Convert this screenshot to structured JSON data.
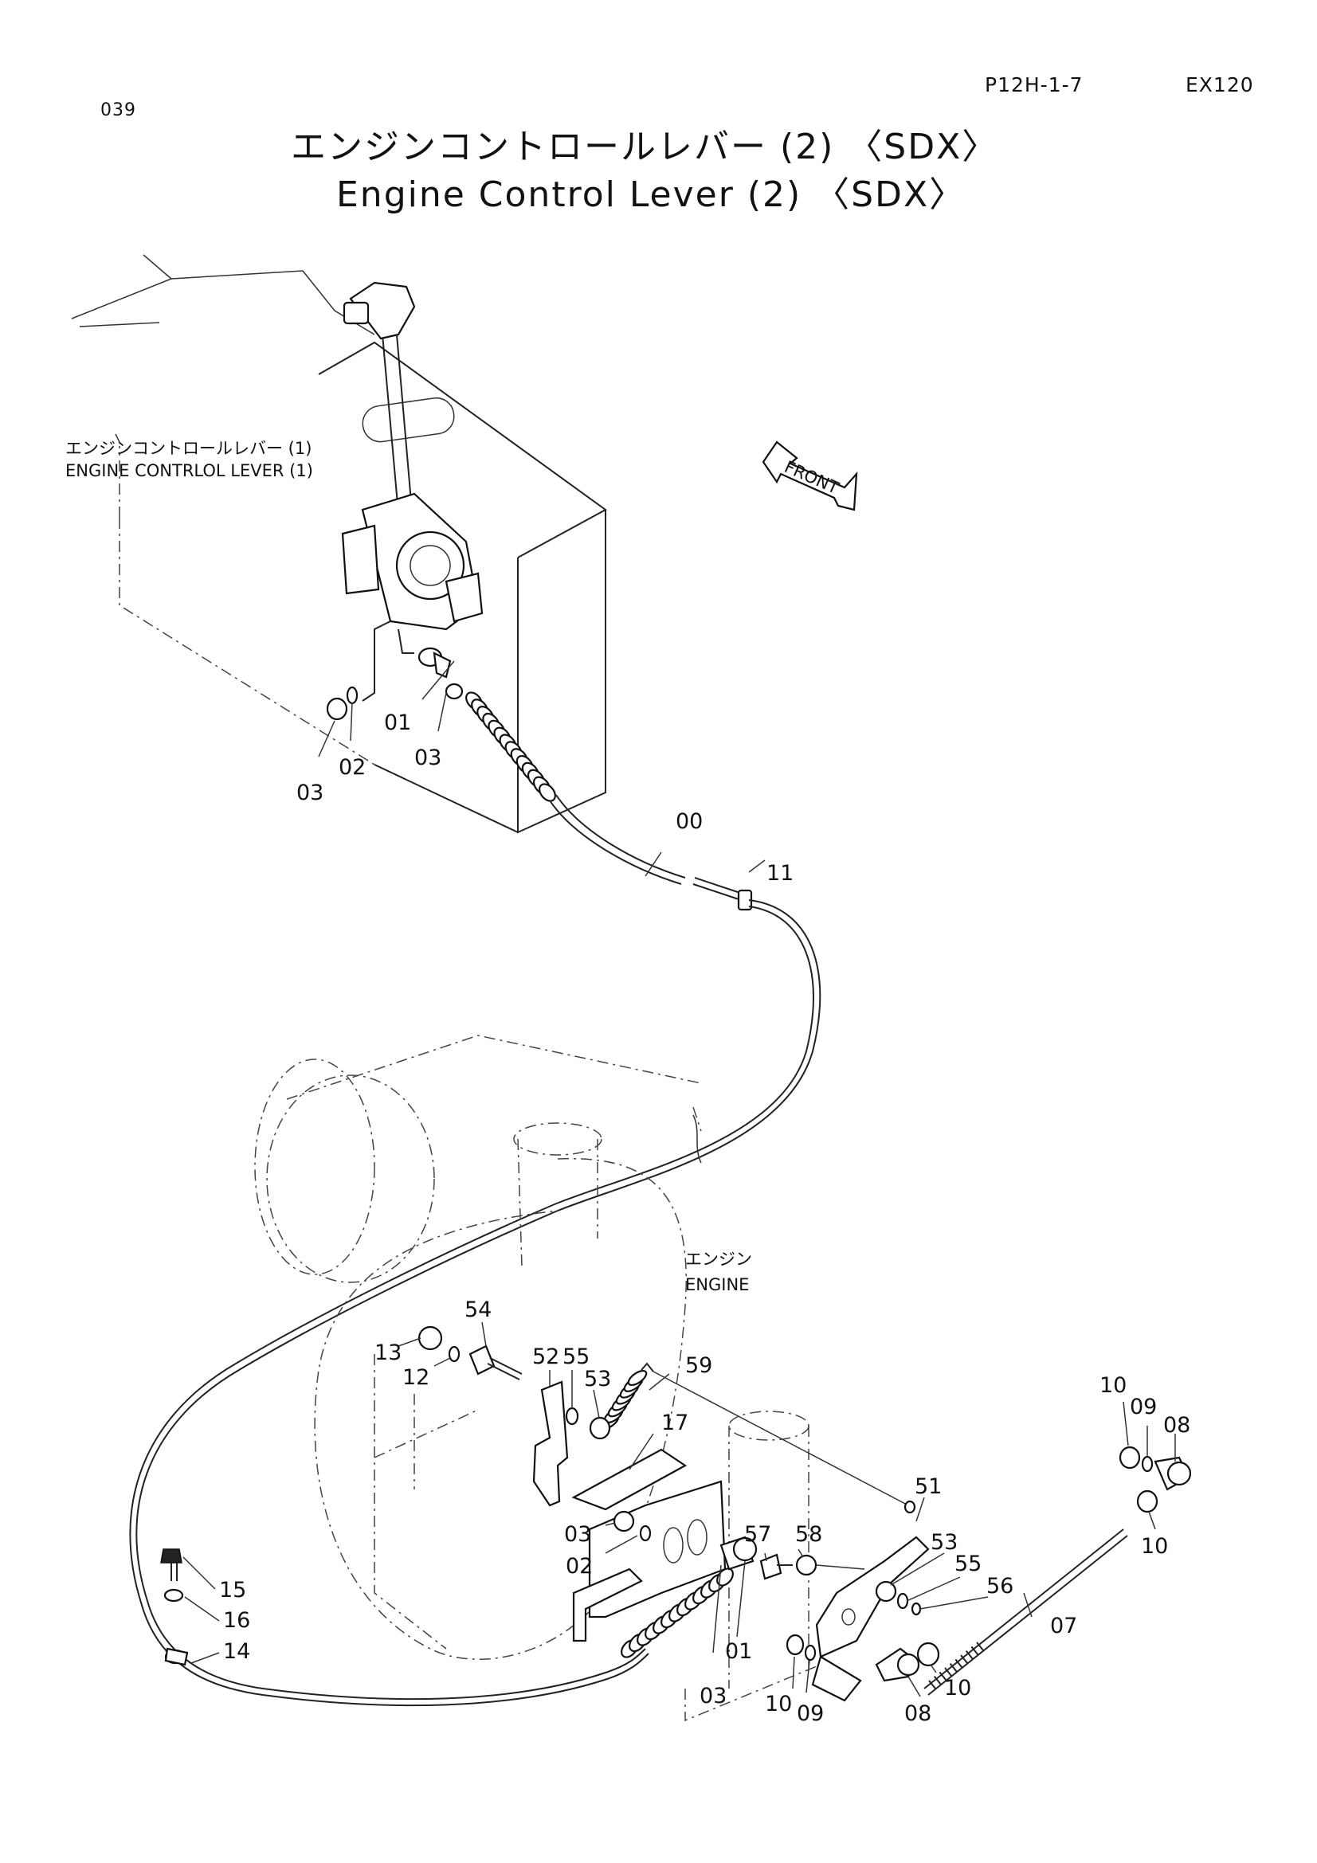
{
  "page_number": "039",
  "ref_code": "P12H-1-7",
  "model": "EX120",
  "title_jp": "エンジンコントロールレバー (2) 〈SDX〉",
  "title_en": "Engine Control Lever (2) 〈SDX〉",
  "notes": {
    "lever1_jp": "エンジンコントロールレバー (1)",
    "lever1_en": "ENGINE CONTRLOL LEVER (1)",
    "engine_jp": "エンジン",
    "engine_en": "ENGINE",
    "front": "FRONT"
  },
  "callouts": {
    "c00": "00",
    "c11": "11",
    "c01_top": "01",
    "c03_top_a": "03",
    "c02_top": "02",
    "c03_top_b": "03",
    "c54": "54",
    "c13": "13",
    "c12": "12",
    "c52": "52",
    "c55_left": "55",
    "c53_left": "53",
    "c59": "59",
    "c17": "17",
    "c03_mid": "03",
    "c02_mid": "02",
    "c57": "57",
    "c58": "58",
    "c01_bot": "01",
    "c03_bot": "03",
    "c10_bot_a": "10",
    "c09_bot": "09",
    "c08_bot": "08",
    "c10_bot_b": "10",
    "c51": "51",
    "c53_right": "53",
    "c55_right": "55",
    "c56": "56",
    "c07": "07",
    "c10_tr": "10",
    "c09_tr": "09",
    "c08_tr": "08",
    "c10_right": "10",
    "c15": "15",
    "c16": "16",
    "c14": "14"
  }
}
